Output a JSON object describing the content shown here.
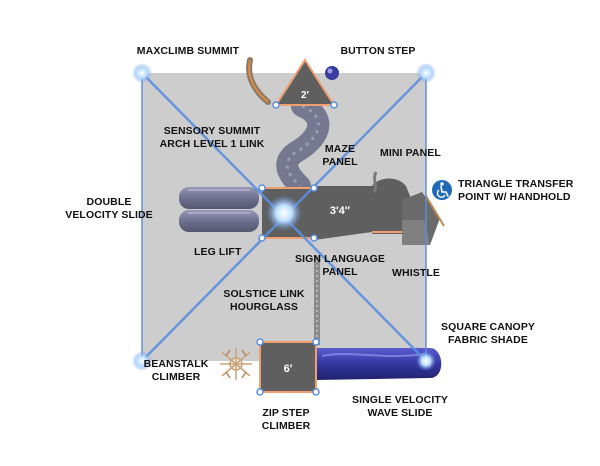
{
  "colors": {
    "canopy": "#c6c6c6",
    "canopy_line": "#5b8fe0",
    "deck": "#5f5f5f",
    "deck_edge": "#f0a070",
    "slide": "#3b3d9e",
    "slide_gray": "#7d7f9f",
    "accessible": "#1f6ab8"
  },
  "labels": {
    "maxclimb": [
      "MAXCLIMB SUMMIT"
    ],
    "button_step": [
      "BUTTON STEP"
    ],
    "sensory": [
      "SENSORY SUMMIT",
      "ARCH LEVEL 1 LINK"
    ],
    "maze": [
      "MAZE",
      "PANEL"
    ],
    "mini_panel": [
      "MINI PANEL"
    ],
    "triangle_transfer": [
      "TRIANGLE TRANSFER",
      "POINT W/ HANDHOLD"
    ],
    "double_velocity": [
      "DOUBLE",
      "VELOCITY SLIDE"
    ],
    "leg_lift": [
      "LEG LIFT"
    ],
    "sign_language": [
      "SIGN LANGUAGE",
      "PANEL"
    ],
    "whistle": [
      "WHISTLE"
    ],
    "solstice": [
      "SOLSTICE LINK",
      "HOURGLASS"
    ],
    "square_canopy": [
      "SQUARE CANOPY",
      "FABRIC SHADE"
    ],
    "beanstalk": [
      "BEANSTALK",
      "CLIMBER"
    ],
    "single_velocity": [
      "SINGLE VELOCITY",
      "WAVE SLIDE"
    ],
    "zip_step": [
      "ZIP STEP",
      "CLIMBER"
    ]
  },
  "decks": {
    "top": "2′",
    "middle": "3′4″",
    "bottom": "6′"
  },
  "icons": {
    "accessible": "wheelchair-icon"
  }
}
